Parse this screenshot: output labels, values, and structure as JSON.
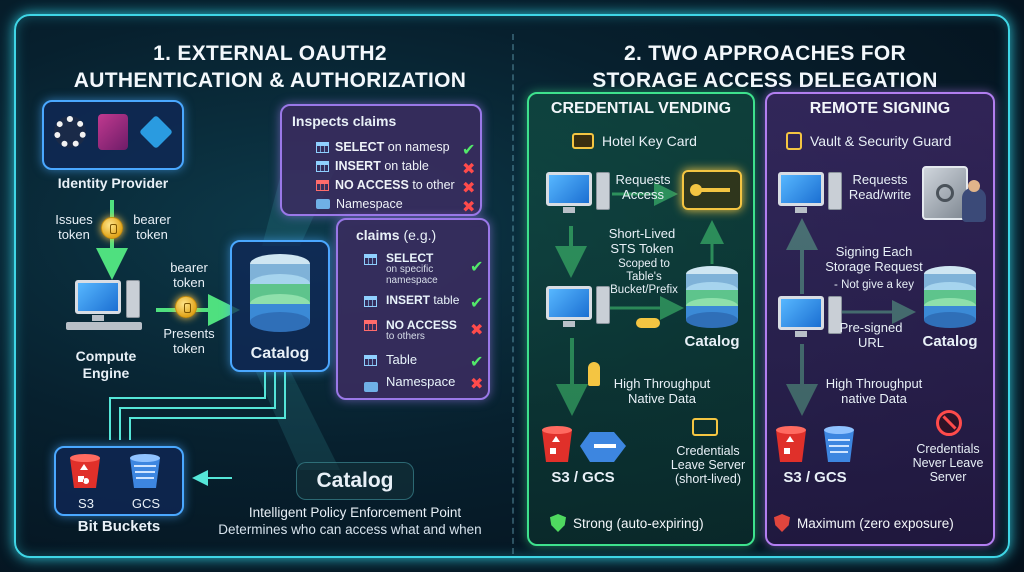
{
  "section1": {
    "title_line1": "1. EXTERNAL OAUTH2",
    "title_line2": "AUTHENTICATION & AUTHORIZATION",
    "identity_provider": "Identity Provider",
    "issues_token": "Issues\ntoken",
    "bearer_token_1": "bearer\ntoken",
    "bearer_token_2": "bearer\ntoken",
    "presents_token": "Presents\ntoken",
    "compute_engine": "Compute\nEngine",
    "catalog_label": "Catalog",
    "inspects": {
      "title": "Inspects claims",
      "rows": [
        {
          "bold": "SELECT",
          "rest": " on namesp",
          "mark": "check"
        },
        {
          "bold": "INSERT",
          "rest": " on table",
          "mark": "x"
        },
        {
          "bold": "NO ACCESS",
          "rest": " to other",
          "mark": "x"
        },
        {
          "bold": "",
          "rest": "Namespace",
          "mark": "x"
        }
      ]
    },
    "claims": {
      "title": "claims",
      "title_suffix": " (e.g.)",
      "rows": [
        {
          "bold": "SELECT",
          "sub": "on specific namespace",
          "mark": "check"
        },
        {
          "bold": "INSERT",
          "rest": " table",
          "mark": "check"
        },
        {
          "bold": "NO ACCESS",
          "sub": "to others",
          "mark": "x"
        },
        {
          "bold": "",
          "rest": "Table",
          "mark": "check"
        },
        {
          "bold": "",
          "rest": "Namespace",
          "mark": "x"
        }
      ]
    },
    "buckets": {
      "s3": "S3",
      "gcs": "GCS",
      "label": "Bit Buckets"
    },
    "enforcement": {
      "title": "Catalog",
      "subtitle": "Intelligent Policy Enforcement Point",
      "desc": "Determines who can access what and when"
    }
  },
  "section2": {
    "title_line1": "2. TWO APPROACHES FOR",
    "title_line2": "STORAGE ACCESS DELEGATION",
    "vending": {
      "title": "CREDENTIAL VENDING",
      "analogy": "Hotel Key Card",
      "requests_access": "Requests\nAccess",
      "short_lived": "Short-Lived\nSTS Token",
      "scoped": "Scoped to\nTable's\nBucket/Prefix",
      "catalog": "Catalog",
      "throughput": "High Throughput\nNative Data",
      "s3gcs": "S3 / GCS",
      "credentials": "Credentials\nLeave Server\n(short-lived)",
      "footer": "Strong (auto-expiring)"
    },
    "signing": {
      "title": "REMOTE SIGNING",
      "analogy": "Vault & Security Guard",
      "requests": "Requests\nRead/write",
      "signing_each": "Signing Each\nStorage Request",
      "not_key": "- Not give a key",
      "presigned": "Pre-signed\nURL",
      "catalog": "Catalog",
      "throughput": "High Throughput\nnative Data",
      "s3gcs": "S3 / GCS",
      "credentials": "Credentials\nNever Leave\nServer",
      "footer": "Maximum (zero exposure)"
    }
  },
  "colors": {
    "frame": "#3fd6e6",
    "vending_border": "#3ee28d",
    "signing_border": "#b27ef0",
    "check": "#52e86a",
    "cross": "#ff4b4b"
  }
}
